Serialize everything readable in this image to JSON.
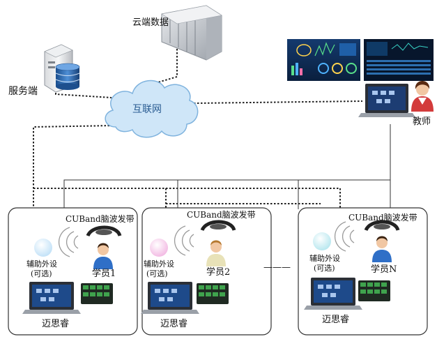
{
  "labels": {
    "cloud_data": "云端数据",
    "server": "服务端",
    "internet": "互联网",
    "teacher": "教师",
    "ellipsis": "———"
  },
  "groups": [
    {
      "band": "CUBand脑波发带",
      "aux": "辅助外设",
      "optional": "(可选)",
      "student": "学员1",
      "device": "迈思睿",
      "orb_color": "#bfe0f7"
    },
    {
      "band": "CUBand脑波发带",
      "aux": "辅助外设",
      "optional": "(可选)",
      "student": "学员2",
      "device": "迈思睿",
      "orb_color": "#f2b7e2"
    },
    {
      "band": "CUBand脑波发带",
      "aux": "辅助外设",
      "optional": "(可选)",
      "student": "学员N",
      "device": "迈思睿",
      "orb_color": "#b4e6ee"
    }
  ],
  "colors": {
    "line": "#222222",
    "cloud": "#cfe6f8",
    "cloud_stroke": "#7fb3de",
    "box_stroke": "#333333"
  }
}
